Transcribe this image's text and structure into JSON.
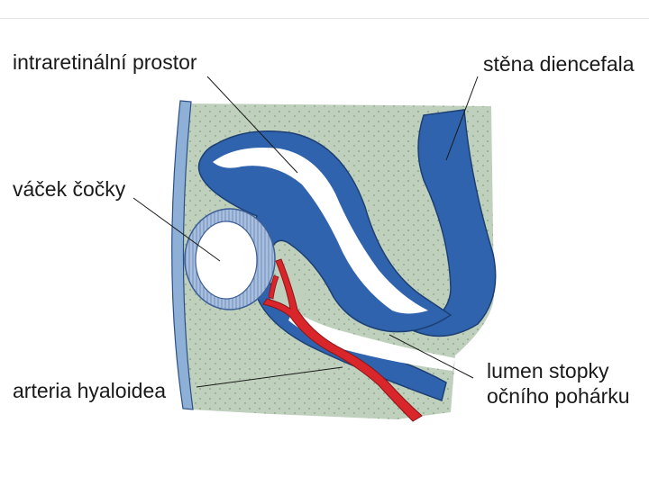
{
  "labels": {
    "intraretinal_space": "intraretinální prostor",
    "diencephalon_wall": "stěna diencefala",
    "lens_vesicle": "váček čočky",
    "hyaloid_artery": "arteria hyaloidea",
    "stalk_lumen_line1": "lumen stopky",
    "stalk_lumen_line2": "očního pohárku"
  },
  "colors": {
    "tissue": "#bfd0bd",
    "neural_wall": "#2f63ad",
    "surface_ectoderm": "#8fb0d6",
    "lens_rim": "#9fb6d9",
    "artery": "#d8262a",
    "lumen": "#ffffff",
    "text": "#1a1a1a"
  }
}
